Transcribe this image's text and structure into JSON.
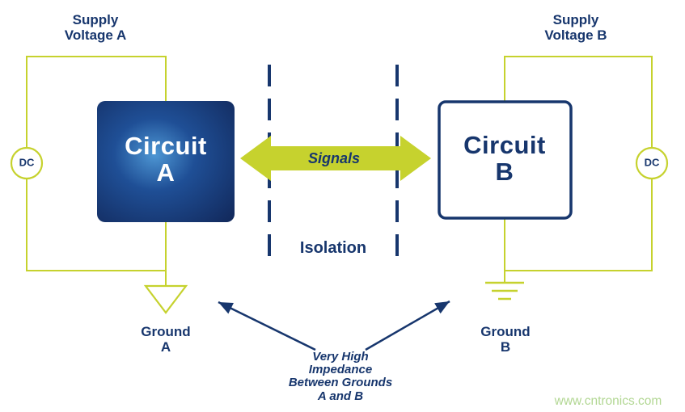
{
  "colors": {
    "navy": "#17366d",
    "green": "#c6d22e",
    "watermark_green": "#b2d793",
    "circuit_a_glow": "#4e97d4",
    "circuit_a_dark": "#12295c"
  },
  "supply_a": [
    "Supply",
    "Voltage A"
  ],
  "supply_b": [
    "Supply",
    "Voltage B"
  ],
  "circuit_a": [
    "Circuit",
    "A"
  ],
  "circuit_b": [
    "Circuit",
    "B"
  ],
  "dc_left": "DC",
  "dc_right": "DC",
  "signals": "Signals",
  "isolation": "Isolation",
  "ground_a": [
    "Ground",
    "A"
  ],
  "ground_b": [
    "Ground",
    "B"
  ],
  "impedance_note": [
    "Very High",
    "Impedance",
    "Between Grounds",
    "A and B"
  ],
  "watermark": "www.cntronics.com"
}
